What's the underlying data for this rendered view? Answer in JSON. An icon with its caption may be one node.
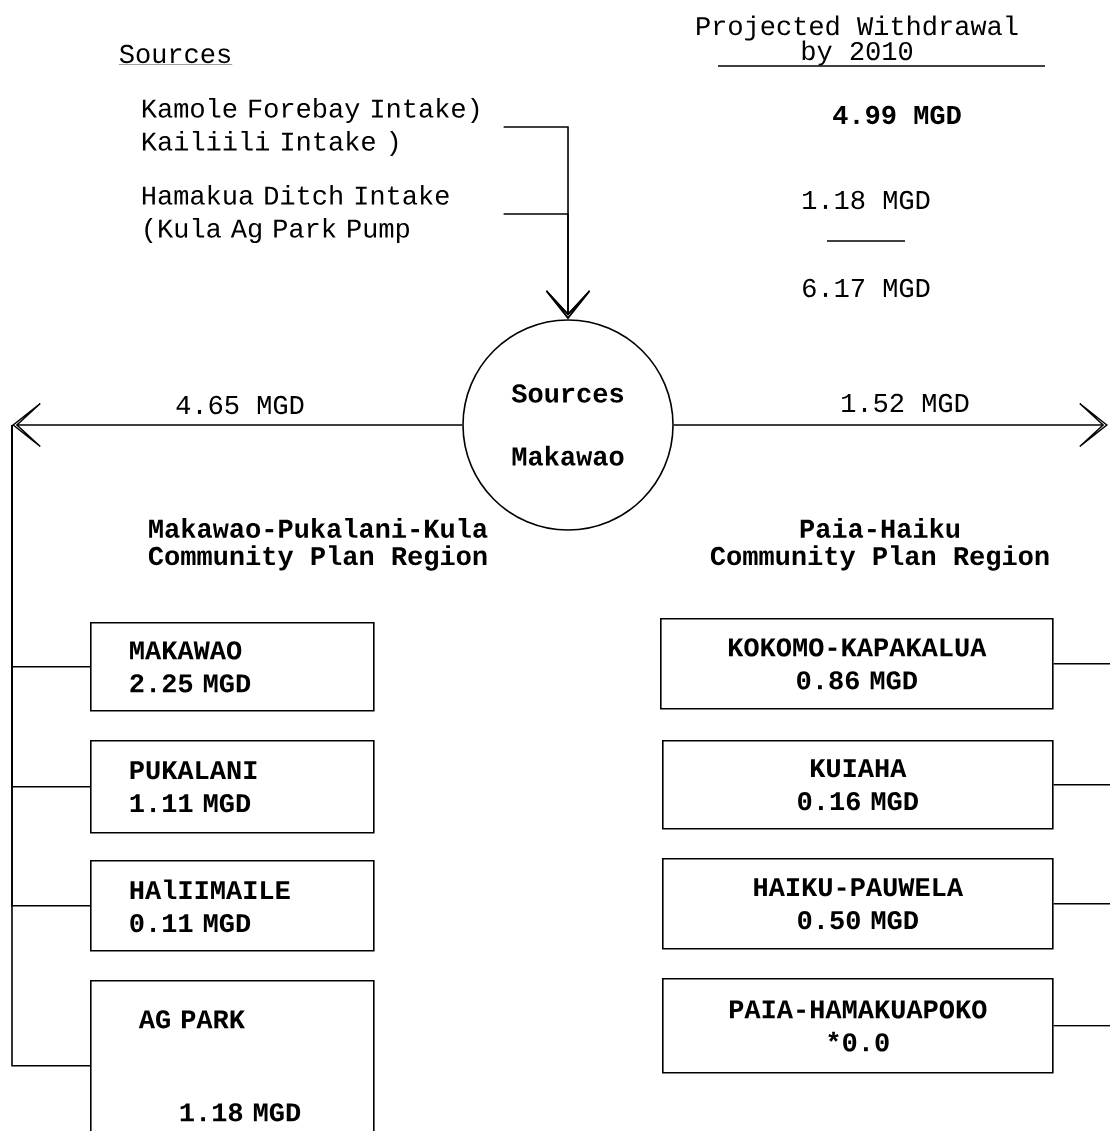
{
  "diagram": {
    "nodes": [
      {
        "text": [
          "Kamole Forebay Intake)",
          "Kailiili Intake )"
        ]
      },
      {
        "text": [
          "Hamakua Ditch Intake (Kula Ag Park Pump"
        ]
      },
      {
        "text": [
          "Sources Makawao"
        ]
      },
      {
        "text": [
          "MAKAWAO",
          "2.25 MGD"
        ]
      },
      {
        "text": [
          "PUKALANI",
          "1.11 MGD"
        ]
      },
      {
        "text": [
          "HAlIIMAILE",
          "0.11 MGD"
        ]
      },
      {
        "text": [
          "AG PARK",
          "1.18 MGD"
        ]
      },
      {
        "text": [
          "KOKOMO-KAPAKALUA",
          "0.86 MGD"
        ]
      },
      {
        "text": [
          "KUIAHA",
          "0.16 MGD"
        ]
      },
      {
        "text": [
          "HAIKU-PAUWELA",
          "0.50 MGD"
        ]
      },
      {
        "text": [
          "PAIA-HAMAKUAPOKO",
          "*0.0"
        ]
      }
    ],
    "edges": [
      {
        "from": 0,
        "to": 2,
        "arrow": "to"
      },
      {
        "from": 1,
        "to": 2,
        "arrow": "to"
      },
      {
        "from": 2,
        "to": null,
        "arrow": "to",
        "label": "4.65 MGD"
      },
      {
        "from": 2,
        "to": null,
        "arrow": "to",
        "label": "1.52 MGD"
      },
      {
        "from": null,
        "to": 3,
        "arrow": "none"
      },
      {
        "from": null,
        "to": 4,
        "arrow": "none"
      },
      {
        "from": null,
        "to": 5,
        "arrow": "none"
      },
      {
        "from": null,
        "to": 6,
        "arrow": "none"
      },
      {
        "from": 7,
        "to": null,
        "arrow": "none"
      },
      {
        "from": 8,
        "to": null,
        "arrow": "none"
      },
      {
        "from": 9,
        "to": null,
        "arrow": "none"
      },
      {
        "from": 10,
        "to": null,
        "arrow": "none"
      }
    ],
    "labels": [
      "Projected Withdrawal",
      "by 2010",
      "Sources",
      "4.99 MGD",
      "1.18 MGD",
      "6.17 MGD",
      "Makawao-Pukalani-Kula",
      "Community Plan Region",
      "Paia-Haiku",
      "Community Plan Region"
    ]
  }
}
